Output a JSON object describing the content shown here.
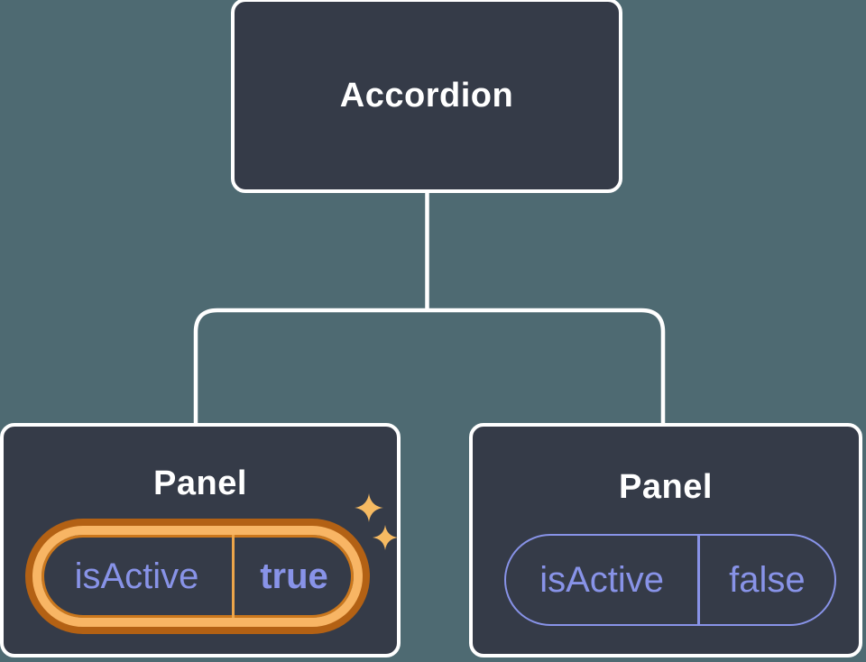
{
  "diagram": {
    "type": "component-tree",
    "root": {
      "label": "Accordion"
    },
    "children": [
      {
        "label": "Panel",
        "state": {
          "key": "isActive",
          "value": "true",
          "highlighted": true,
          "sparkles": true
        }
      },
      {
        "label": "Panel",
        "state": {
          "key": "isActive",
          "value": "false",
          "highlighted": false,
          "sparkles": false
        }
      }
    ]
  },
  "icons": [
    {
      "name": "sparkle-icon-large",
      "meaning": "state just changed highlight"
    },
    {
      "name": "sparkle-icon-small",
      "meaning": "state just changed highlight"
    }
  ],
  "colors": {
    "background": "#4e6a72",
    "node_fill": "#353b48",
    "node_border": "#ffffff",
    "connector": "#ffffff",
    "title_text": "#ffffff",
    "state_purple": "#8893e8",
    "highlight_gold": "#f8b564",
    "highlight_dark_orange": "#b36114",
    "highlight_divider": "#eda54a",
    "sparkle_gold": "#f6ba62"
  }
}
